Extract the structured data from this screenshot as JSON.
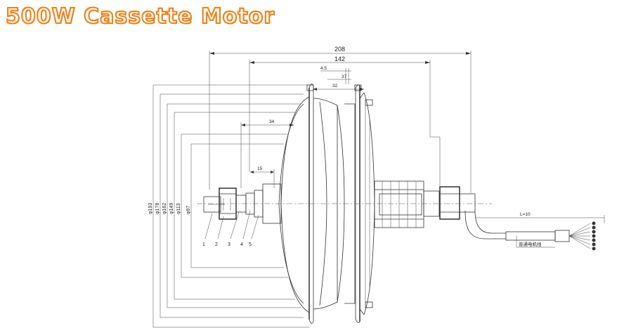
{
  "title": "500W Cassette Motor",
  "dimensions": {
    "overall_width": "208",
    "inner_width": "142",
    "offset_a": "4.5",
    "offset_b": "37",
    "flange_width": "32",
    "axle_shoulder": "34",
    "axle_small": "15",
    "cable_length": "L=10"
  },
  "diameters": [
    "φ193",
    "φ178",
    "φ162",
    "φ149",
    "φ113",
    "φ97"
  ],
  "part_numbers": [
    "1",
    "2",
    "3",
    "4",
    "5"
  ],
  "cable_note": "普通电机线"
}
